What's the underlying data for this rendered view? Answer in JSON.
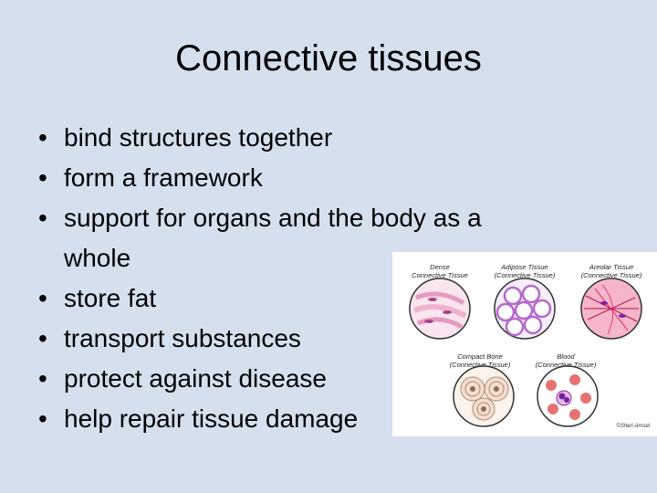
{
  "title": "Connective tissues",
  "bullets": [
    "bind structures together",
    "form a framework",
    "support for organs and the body as a whole",
    "store fat",
    "transport substances",
    "protect against disease",
    "help repair tissue damage"
  ],
  "figure": {
    "labels": {
      "dense": [
        "Dense",
        "Connective Tissue"
      ],
      "adipose": [
        "Adipose Tissue",
        "(Connective Tissue)"
      ],
      "areolar": [
        "Areolar Tissue",
        "(Connective Tissue)"
      ],
      "bone": [
        "Compact Bone",
        "(Connective Tissue)"
      ],
      "blood": [
        "Blood",
        "(Connective Tissue)"
      ]
    },
    "credit": "©Sheri Amsel"
  },
  "colors": {
    "background": "#d5e0ef",
    "tissue_pink": "#f2b9d4",
    "tissue_purple": "#b46acd",
    "bone_tan": "#d9b79c",
    "blood_red": "#d9434a"
  }
}
